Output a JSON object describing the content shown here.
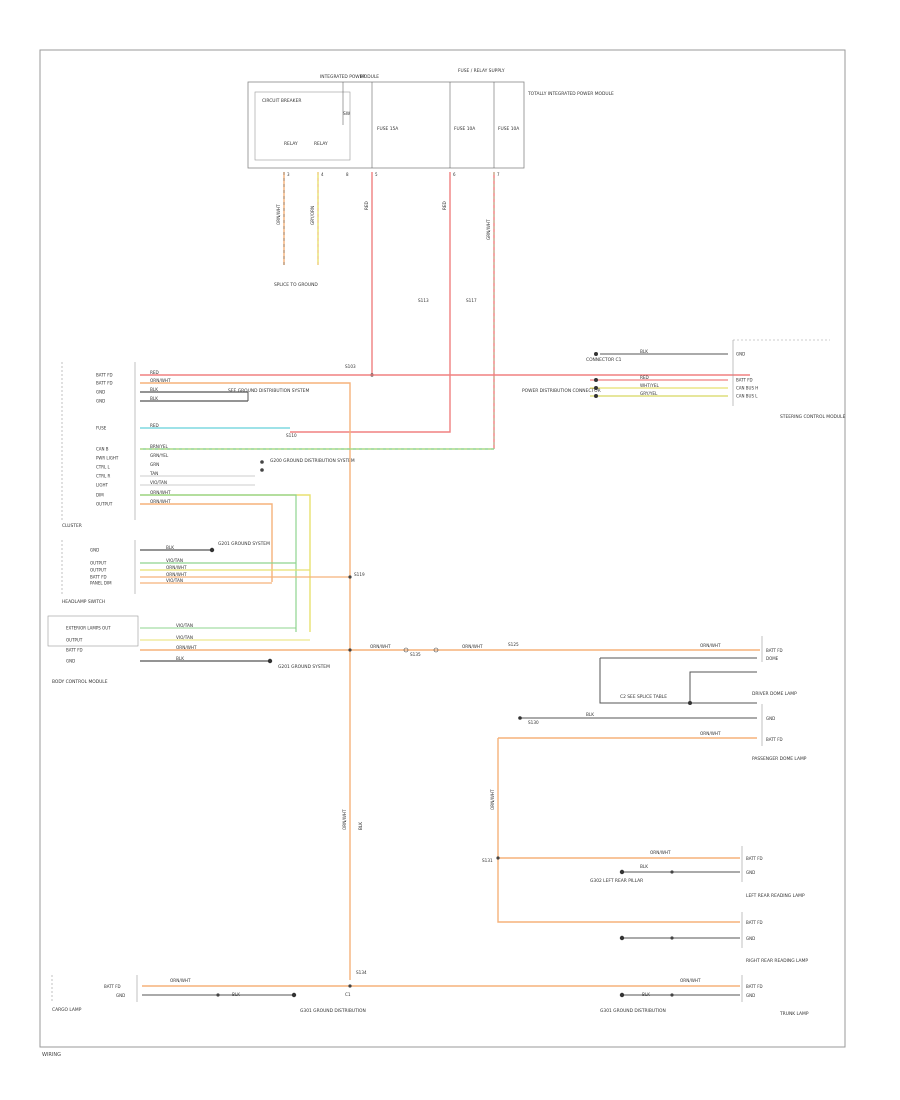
{
  "diagram": {
    "footer_code": "WIRING",
    "fuse_box": {
      "top_label_left": "INTEGRATED POWER",
      "top_label_right": "MODULE",
      "circuit_label": "CIRCUIT BREAKER",
      "right_top_label": "FUSE / RELAY SUPPLY",
      "side_note": "TOTALLY INTEGRATED POWER MODULE",
      "fuse_a": "FUSE 15A",
      "fuse_b": "FUSE 10A",
      "fuse_c": "FUSE 10A",
      "relay_l": "RELAY",
      "relay_r": "RELAY",
      "sw": "SW",
      "pins": [
        "3",
        "4",
        "5",
        "6",
        "7",
        "8"
      ],
      "wire_w1": "ORN/WHT",
      "wire_w2": "GRY/ORN",
      "wire_r1": "RED",
      "wire_r2": "RED",
      "wire_g": "GRN/WHT",
      "ground_note": "SPLICE TO GROUND",
      "splice_1": "S113",
      "splice_2": "S117",
      "splice_3": "S103",
      "splice_4": "S110"
    },
    "cluster": {
      "name": "CLUSTER",
      "pins": [
        "BATT FD",
        "BATT FD",
        "GND",
        "GND",
        "FUSE",
        "CAN B",
        "PWR LIGHT",
        "CTRL L",
        "CTRL R",
        "LIGHT",
        "DIM",
        "OUTPUT"
      ],
      "wires": [
        "RED",
        "ORN/WHT",
        "BLK",
        "BLK",
        "RED",
        "BRN/YEL",
        "GRN/YEL",
        "GRN",
        "TAN",
        "VIO/TAN",
        "ORN/WHT",
        "ORN/WHT"
      ],
      "ground_label": "G200 GROUND DISTRIBUTION SYSTEM",
      "cap_label": "SEE GROUND DISTRIBUTION SYSTEM"
    },
    "headlamp_switch": {
      "name": "HEADLAMP SWITCH",
      "pins": [
        "GND",
        "OUTPUT",
        "OUTPUT",
        "BATT FD",
        "PANEL DIM"
      ],
      "wires": [
        "BLK",
        "VIO/TAN",
        "ORN/WHT",
        "ORN/WHT",
        "VIO/TAN"
      ],
      "ground_label": "G201 GROUND SYSTEM",
      "splice": "S119"
    },
    "bcm": {
      "name": "BODY CONTROL MODULE",
      "pins": [
        "EXTERIOR LAMPS OUT",
        "OUTPUT",
        "BATT FD",
        "GND"
      ],
      "wires": [
        "VIO/TAN",
        "VIO/TAN",
        "ORN/WHT",
        "BLK"
      ],
      "ground_label": "G201 GROUND SYSTEM",
      "splice_mid": "S135",
      "splice_right": "S125",
      "wire_mid": "ORN/WHT",
      "wire_right": "ORN/WHT"
    },
    "steering": {
      "name": "STEERING CONTROL MODULE",
      "pins": [
        "GND",
        "BATT FD",
        "CAN BUS H",
        "CAN BUS L"
      ],
      "wires": [
        "BLK",
        "RED",
        "WHT/YEL",
        "GRY/YEL"
      ],
      "ground_label": "G301 GROUND DISTRIBUTION",
      "connector_note": "CONNECTOR C1",
      "power_label": "POWER DISTRIBUTION CONNECTOR"
    },
    "dome_lamps": {
      "top_name": "DRIVER DOME LAMP",
      "bottom_name": "PASSENGER DOME LAMP",
      "top_pins": [
        "DOME",
        "BATT FD"
      ],
      "bottom_pins": [
        "GND",
        "BATT FD"
      ],
      "top_wire": "ORN/WHT",
      "bottom_wire": "ORN/WHT",
      "junction_label": "C2 SEE SPLICE TABLE",
      "ground_text": "BLK",
      "splice": "S130"
    },
    "reading_lamps": {
      "left_name": "LEFT REAR READING LAMP",
      "right_name": "RIGHT REAR READING LAMP",
      "ground_label": "G302 LEFT REAR PILLAR",
      "wire": "ORN/WHT",
      "ground_wire": "BLK",
      "pins": [
        "BATT FD",
        "GND"
      ],
      "splice": "S131",
      "vert_wire": "ORN/WHT"
    },
    "bottom": {
      "left_name": "CARGO LAMP",
      "right_name": "TRUNK LAMP",
      "left_pins": [
        "BATT FD",
        "GND"
      ],
      "right_pins": [
        "BATT FD",
        "GND"
      ],
      "left_wire": "ORN/WHT",
      "right_wire": "ORN/WHT",
      "ground_wire": "BLK",
      "ground_label": "G301 GROUND DISTRIBUTION",
      "pin_note": "C1",
      "splice": "S134",
      "vert_wire_a": "ORN/WHT",
      "vert_wire_b": "BLK"
    }
  },
  "colors": {
    "frame": "#9a9a9a",
    "red": "#f08080",
    "orange": "#f5b27a",
    "yellow": "#e8e070",
    "green": "#8fd48f",
    "cyan": "#7fd8e0",
    "black": "#444444",
    "gray": "#b0b0b0"
  }
}
